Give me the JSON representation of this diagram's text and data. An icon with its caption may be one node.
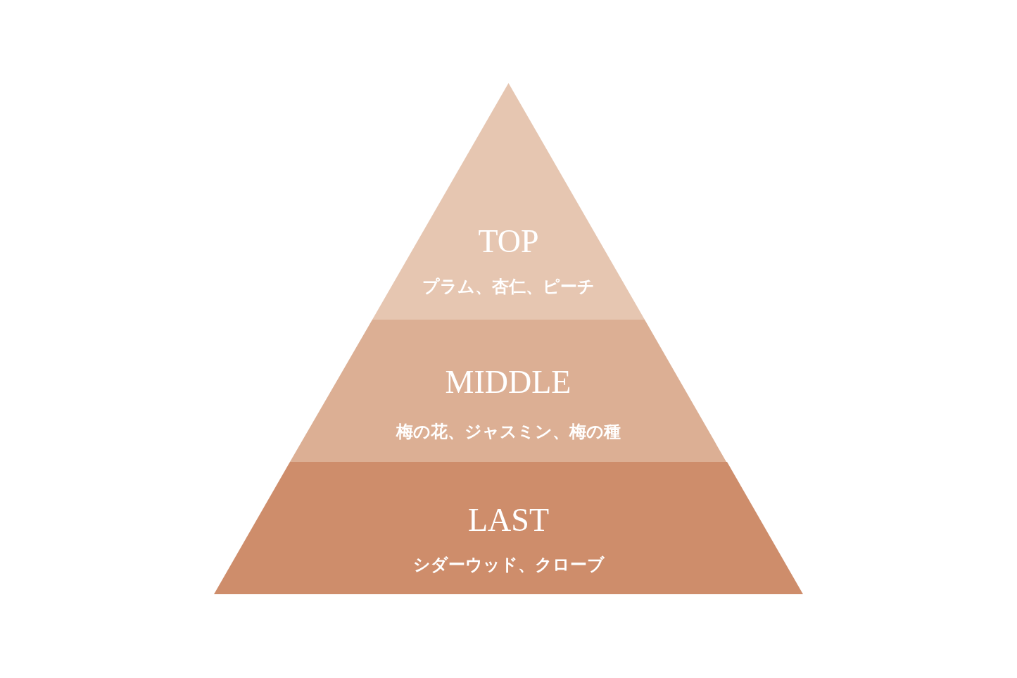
{
  "diagram": {
    "nodes": [
      {
        "text": [
          "TOP",
          "プラム、杏仁、ピーチ"
        ]
      },
      {
        "text": [
          "MIDDLE",
          "梅の花、ジャスミン、梅の種"
        ]
      },
      {
        "text": [
          "LAST",
          "シダーウッド、クローブ"
        ]
      }
    ]
  }
}
